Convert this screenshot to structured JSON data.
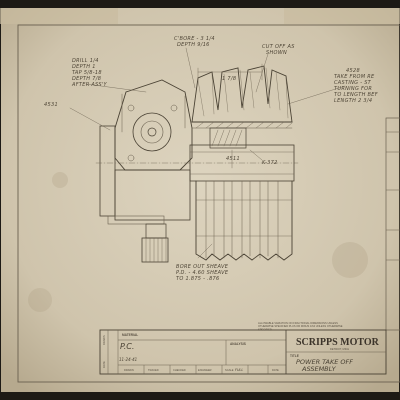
{
  "drawing": {
    "notes": {
      "drill": [
        "DRILL 1/4",
        "DEPTH 1",
        "TAP 5/8-18",
        "DEPTH 7/8",
        "AFTER ASS'Y"
      ],
      "cbore": [
        "C'BORE - 3 1/4",
        "DEPTH 9/16"
      ],
      "cutoff": [
        "CUT OFF AS",
        "SHOWN"
      ],
      "part_4531": "4531",
      "part_4528": [
        "4528",
        "TAKE FROM RE",
        "CASTING - ST",
        "TURNING FOR",
        "TO LENGTH BEF",
        "LENGTH 2 3/4"
      ],
      "dim_1_7_8": "1 7/8",
      "dim_4511": "4511",
      "dim_k372": "K-372",
      "bore": [
        "BORE OUT SHEAVE",
        "P.D. - 4.60 SHEAVE",
        "TO 1.875 - .876"
      ]
    },
    "tolerance_note": [
      "ALLOWABLE VARIATION ON FRACTIONAL DIMENSIONS UNLESS",
      "OTHERWISE SPECIFIED PLUS OR MINUS 1/64 UNLESS OTHERWISE",
      "SPECIFIED"
    ]
  },
  "title_block": {
    "company": "SCRIPPS MOTOR",
    "address": "DETROIT, MICH",
    "material_label": "MATERIAL",
    "analysis_label": "ANALYSIS",
    "title_label": "TITLE",
    "title_value": [
      "POWER TAKE OFF",
      "ASSEMBLY"
    ],
    "drawn_label": "DRAWN",
    "traced_label": "TRACED",
    "checked_label": "CHECKED",
    "engineer_label": "ENGINEER",
    "scale_label": "SCALE",
    "date_label": "DATE",
    "scale_value": "FULL",
    "side_label_1": "DATE",
    "side_label_2": "DRAWN",
    "initials": "P.C.",
    "date_value": "11-24-41"
  }
}
